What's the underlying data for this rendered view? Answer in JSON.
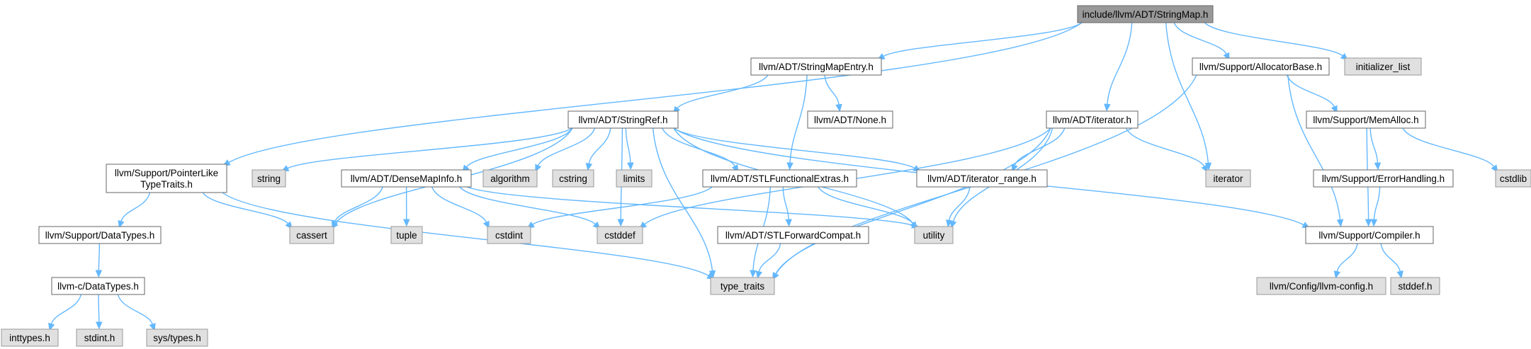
{
  "diagram": {
    "nodes": [
      {
        "id": "root",
        "kind": "root",
        "lines": [
          "include/llvm/ADT/StringMap.h"
        ]
      },
      {
        "id": "stringmapentry",
        "kind": "header",
        "lines": [
          "llvm/ADT/StringMapEntry.h"
        ]
      },
      {
        "id": "allocatorbase",
        "kind": "header",
        "lines": [
          "llvm/Support/AllocatorBase.h"
        ]
      },
      {
        "id": "initializer_list",
        "kind": "system",
        "lines": [
          "initializer_list"
        ]
      },
      {
        "id": "stringref",
        "kind": "header",
        "lines": [
          "llvm/ADT/StringRef.h"
        ]
      },
      {
        "id": "none",
        "kind": "header",
        "lines": [
          "llvm/ADT/None.h"
        ]
      },
      {
        "id": "adt_iterator",
        "kind": "header",
        "lines": [
          "llvm/ADT/iterator.h"
        ]
      },
      {
        "id": "memalloc",
        "kind": "header",
        "lines": [
          "llvm/Support/MemAlloc.h"
        ]
      },
      {
        "id": "pointerlike",
        "kind": "header",
        "lines": [
          "llvm/Support/PointerLike",
          "TypeTraits.h"
        ]
      },
      {
        "id": "string",
        "kind": "system",
        "lines": [
          "string"
        ]
      },
      {
        "id": "densemapinfo",
        "kind": "header",
        "lines": [
          "llvm/ADT/DenseMapInfo.h"
        ]
      },
      {
        "id": "algorithm",
        "kind": "system",
        "lines": [
          "algorithm"
        ]
      },
      {
        "id": "cstring",
        "kind": "system",
        "lines": [
          "cstring"
        ]
      },
      {
        "id": "limits",
        "kind": "system",
        "lines": [
          "limits"
        ]
      },
      {
        "id": "stlfunctional",
        "kind": "header",
        "lines": [
          "llvm/ADT/STLFunctionalExtras.h"
        ]
      },
      {
        "id": "iterator_range",
        "kind": "header",
        "lines": [
          "llvm/ADT/iterator_range.h"
        ]
      },
      {
        "id": "iterator_sys",
        "kind": "system",
        "lines": [
          "iterator"
        ]
      },
      {
        "id": "errorhandling",
        "kind": "header",
        "lines": [
          "llvm/Support/ErrorHandling.h"
        ]
      },
      {
        "id": "cstdlib",
        "kind": "system",
        "lines": [
          "cstdlib"
        ]
      },
      {
        "id": "cassert",
        "kind": "system",
        "lines": [
          "cassert"
        ]
      },
      {
        "id": "tuple",
        "kind": "system",
        "lines": [
          "tuple"
        ]
      },
      {
        "id": "cstdint",
        "kind": "system",
        "lines": [
          "cstdint"
        ]
      },
      {
        "id": "cstddef",
        "kind": "system",
        "lines": [
          "cstddef"
        ]
      },
      {
        "id": "utility",
        "kind": "system",
        "lines": [
          "utility"
        ]
      },
      {
        "id": "datatypes",
        "kind": "header",
        "lines": [
          "llvm/Support/DataTypes.h"
        ]
      },
      {
        "id": "stlforward",
        "kind": "header",
        "lines": [
          "llvm/ADT/STLForwardCompat.h"
        ]
      },
      {
        "id": "compiler",
        "kind": "header",
        "lines": [
          "llvm/Support/Compiler.h"
        ]
      },
      {
        "id": "type_traits",
        "kind": "system",
        "lines": [
          "type_traits"
        ]
      },
      {
        "id": "c_datatypes",
        "kind": "header",
        "lines": [
          "llvm-c/DataTypes.h"
        ]
      },
      {
        "id": "llvm_config",
        "kind": "system",
        "lines": [
          "llvm/Config/llvm-config.h"
        ]
      },
      {
        "id": "stddef",
        "kind": "system",
        "lines": [
          "stddef.h"
        ]
      },
      {
        "id": "inttypes",
        "kind": "system",
        "lines": [
          "inttypes.h"
        ]
      },
      {
        "id": "stdint",
        "kind": "system",
        "lines": [
          "stdint.h"
        ]
      },
      {
        "id": "systypes",
        "kind": "system",
        "lines": [
          "sys/types.h"
        ]
      }
    ],
    "edges": [
      [
        "root",
        "stringmapentry"
      ],
      [
        "root",
        "allocatorbase"
      ],
      [
        "root",
        "initializer_list"
      ],
      [
        "root",
        "adt_iterator"
      ],
      [
        "root",
        "iterator_sys"
      ],
      [
        "root",
        "pointerlike"
      ],
      [
        "stringmapentry",
        "stringref"
      ],
      [
        "stringmapentry",
        "none"
      ],
      [
        "stringmapentry",
        "stlfunctional"
      ],
      [
        "allocatorbase",
        "memalloc"
      ],
      [
        "allocatorbase",
        "compiler"
      ],
      [
        "allocatorbase",
        "type_traits"
      ],
      [
        "stringref",
        "string"
      ],
      [
        "stringref",
        "densemapinfo"
      ],
      [
        "stringref",
        "algorithm"
      ],
      [
        "stringref",
        "cstring"
      ],
      [
        "stringref",
        "limits"
      ],
      [
        "stringref",
        "stlfunctional"
      ],
      [
        "stringref",
        "iterator_range"
      ],
      [
        "stringref",
        "cassert"
      ],
      [
        "stringref",
        "cstddef"
      ],
      [
        "stringref",
        "utility"
      ],
      [
        "stringref",
        "type_traits"
      ],
      [
        "stringref",
        "compiler"
      ],
      [
        "adt_iterator",
        "iterator_range"
      ],
      [
        "adt_iterator",
        "iterator_sys"
      ],
      [
        "adt_iterator",
        "cstddef"
      ],
      [
        "adt_iterator",
        "utility"
      ],
      [
        "adt_iterator",
        "type_traits"
      ],
      [
        "memalloc",
        "errorhandling"
      ],
      [
        "memalloc",
        "cstdlib"
      ],
      [
        "memalloc",
        "compiler"
      ],
      [
        "errorhandling",
        "compiler"
      ],
      [
        "pointerlike",
        "datatypes"
      ],
      [
        "pointerlike",
        "cassert"
      ],
      [
        "pointerlike",
        "type_traits"
      ],
      [
        "densemapinfo",
        "cassert"
      ],
      [
        "densemapinfo",
        "tuple"
      ],
      [
        "densemapinfo",
        "cstdint"
      ],
      [
        "densemapinfo",
        "cstddef"
      ],
      [
        "densemapinfo",
        "utility"
      ],
      [
        "stlfunctional",
        "cstdint"
      ],
      [
        "stlfunctional",
        "stlforward"
      ],
      [
        "stlfunctional",
        "utility"
      ],
      [
        "stlfunctional",
        "type_traits"
      ],
      [
        "iterator_range",
        "utility"
      ],
      [
        "stlforward",
        "type_traits"
      ],
      [
        "compiler",
        "llvm_config"
      ],
      [
        "compiler",
        "stddef"
      ],
      [
        "datatypes",
        "c_datatypes"
      ],
      [
        "c_datatypes",
        "inttypes"
      ],
      [
        "c_datatypes",
        "stdint"
      ],
      [
        "c_datatypes",
        "systypes"
      ]
    ]
  }
}
